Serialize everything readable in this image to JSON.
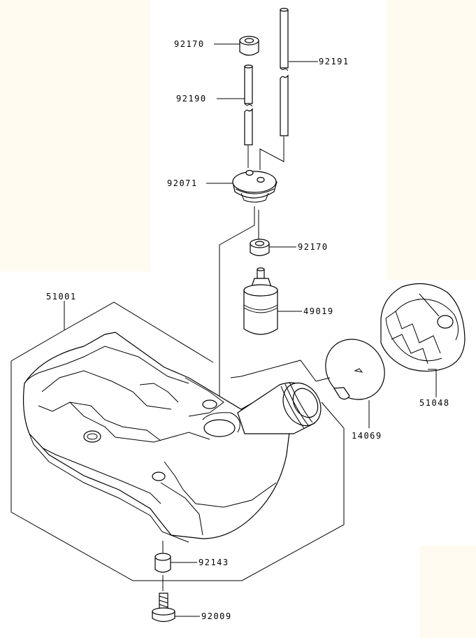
{
  "colors": {
    "background": "#ffffff",
    "backdrop": "#fffbf0",
    "ink": "#000000"
  },
  "parts": [
    {
      "id": "p92170a",
      "number": "92170"
    },
    {
      "id": "p92191",
      "number": "92191"
    },
    {
      "id": "p92190",
      "number": "92190"
    },
    {
      "id": "p92071",
      "number": "92071"
    },
    {
      "id": "p92170b",
      "number": "92170"
    },
    {
      "id": "p51001",
      "number": "51001"
    },
    {
      "id": "p49019",
      "number": "49019"
    },
    {
      "id": "p51048",
      "number": "51048"
    },
    {
      "id": "p14069",
      "number": "14069"
    },
    {
      "id": "p92143",
      "number": "92143"
    },
    {
      "id": "p92009",
      "number": "92009"
    }
  ]
}
